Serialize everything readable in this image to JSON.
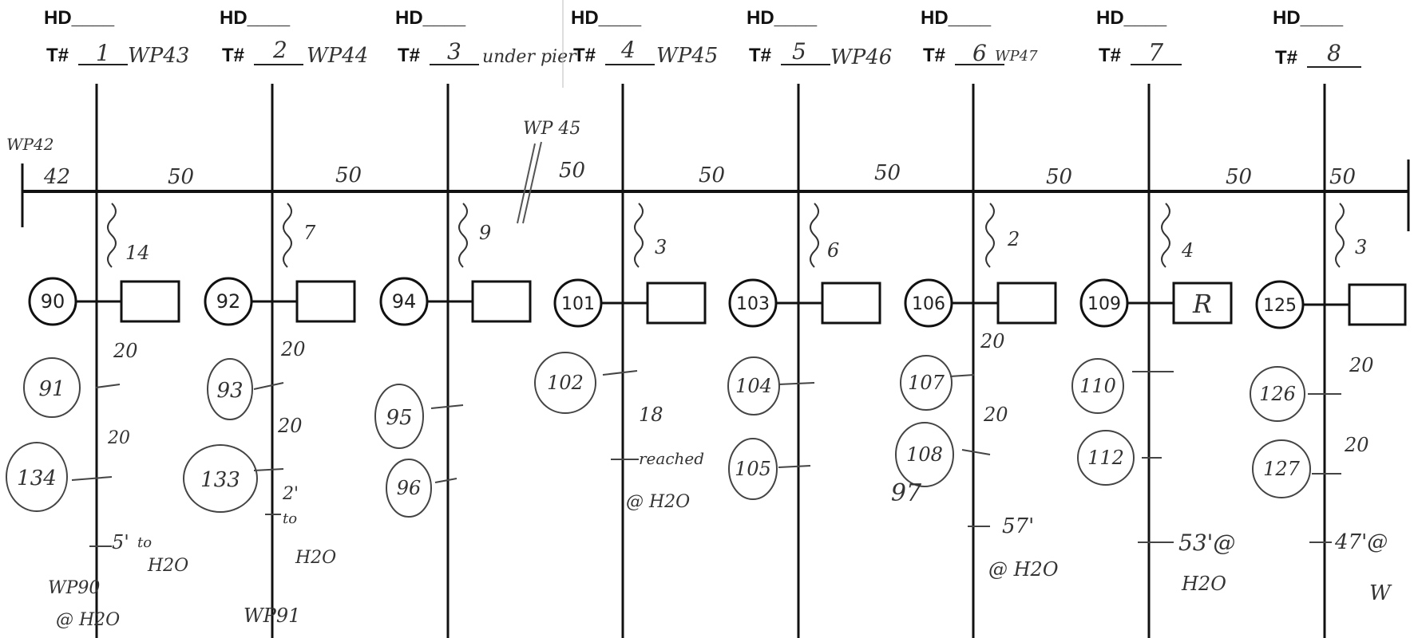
{
  "header_labels": {
    "hd": "HD____",
    "transect_prefix": "T#"
  },
  "columns": [
    {
      "t_num": "1",
      "note": "WP43"
    },
    {
      "t_num": "2",
      "note": "WP44"
    },
    {
      "t_num": "3",
      "note": "under pier"
    },
    {
      "t_num": "4",
      "note": "WP45"
    },
    {
      "t_num": "5",
      "note": "WP46"
    },
    {
      "t_num": "6",
      "note": "WP47"
    },
    {
      "t_num": "7",
      "note": ""
    },
    {
      "t_num": "8",
      "note": ""
    }
  ],
  "baseline": {
    "left_label": "WP42",
    "left_distance": "42",
    "top_annotation": "WP 45",
    "segment_distances": [
      "50",
      "50",
      "50",
      "50",
      "50",
      "50",
      "50",
      "50"
    ]
  },
  "stations": [
    {
      "brace": "14",
      "circle": "90",
      "box": ""
    },
    {
      "brace": "7",
      "circle": "92",
      "box": ""
    },
    {
      "brace": "9",
      "circle": "94",
      "box": ""
    },
    {
      "brace": "3",
      "circle": "101",
      "box": ""
    },
    {
      "brace": "6",
      "circle": "103",
      "box": ""
    },
    {
      "brace": "2",
      "circle": "106",
      "box": ""
    },
    {
      "brace": "4",
      "circle": "109",
      "box": "R"
    },
    {
      "brace": "3",
      "circle": "125",
      "box": ""
    }
  ],
  "samples": {
    "circles": [
      "91",
      "134",
      "93",
      "133",
      "95",
      "96",
      "102",
      "104",
      "105",
      "107",
      "108",
      "97",
      "110",
      "112",
      "126",
      "127"
    ],
    "notes": [
      "20",
      "20",
      "5'",
      "to",
      "H2O",
      "WP90",
      "@ H2O",
      "20",
      "20",
      "2'",
      "to",
      "H2O",
      "WP91",
      "18",
      "reached",
      "@ H2O",
      "20",
      "20",
      "57'",
      "@ H2O",
      "53'@",
      "H2O",
      "20",
      "20",
      "47'@",
      "W"
    ]
  }
}
